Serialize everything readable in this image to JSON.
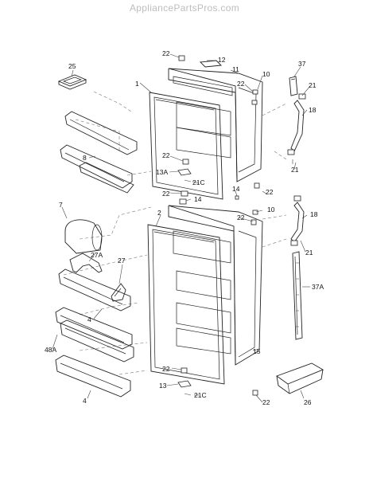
{
  "watermark": "AppliancePartsPros.com",
  "callouts": {
    "c22a": "22",
    "c12": "12",
    "c11": "11",
    "c10a": "10",
    "c22b": "22",
    "c37": "37",
    "c21a": "21",
    "c18a": "18",
    "c25": "25",
    "c1": "1",
    "c8": "8",
    "c22c": "22",
    "c13a": "13A",
    "c21c_a": "21C",
    "c21b": "21",
    "c22d": "22",
    "c14a": "14",
    "c14b": "14",
    "c22e": "22",
    "c22f": "22",
    "c10b": "10",
    "c18b": "18",
    "c7": "7",
    "c2": "2",
    "c27a": "27A",
    "c27": "27",
    "c21d": "21",
    "c37a": "37A",
    "c4a": "4",
    "c48a": "48A",
    "c15": "15",
    "c22g": "22",
    "c13": "13",
    "c21c_b": "21C",
    "c4b": "4",
    "c22h": "22",
    "c26": "26"
  }
}
